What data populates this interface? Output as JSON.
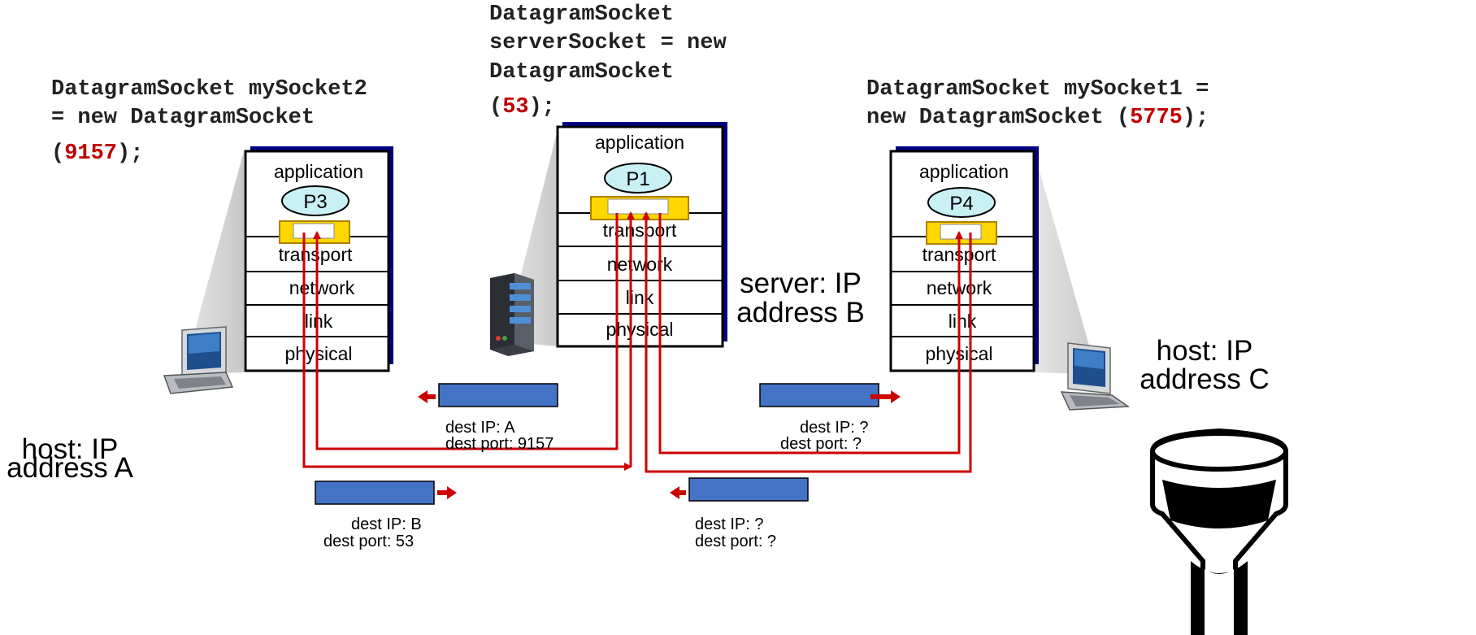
{
  "code": {
    "left": {
      "line1": "DatagramSocket mySocket2",
      "line2": " = new DatagramSocket",
      "line3_open": " (",
      "port": "9157",
      "line3_close": ");"
    },
    "center": {
      "line1": "DatagramSocket",
      "line2": " serverSocket = new",
      "line3": " DatagramSocket",
      "line4_open": " (",
      "port": "53",
      "line4_close": ");"
    },
    "right": {
      "line1": "DatagramSocket mySocket1 =",
      "line2_open": " new DatagramSocket (",
      "port": "5775",
      "line2_close": ");"
    }
  },
  "stacks": {
    "left": {
      "process": "P3",
      "layers": [
        "application",
        "transport",
        "network",
        "link",
        "physical"
      ]
    },
    "center": {
      "process": "P1",
      "layers": [
        "application",
        "transport",
        "network",
        "link",
        "physical"
      ]
    },
    "right": {
      "process": "P4",
      "layers": [
        "application",
        "transport",
        "network",
        "link",
        "physical"
      ]
    }
  },
  "hosts": {
    "a": {
      "line1": "host: IP",
      "line2": "address A"
    },
    "b": {
      "line1": "server: IP",
      "line2": "address B"
    },
    "c": {
      "line1": "host: IP",
      "line2": "address C"
    }
  },
  "segments": {
    "seg1": {
      "ip": "dest IP: A",
      "port": "dest port: 9157"
    },
    "seg2": {
      "ip": "dest IP: B",
      "port": "dest port: 53"
    },
    "seg3": {
      "ip": "dest IP: ?",
      "port": "dest port: ?"
    },
    "seg4": {
      "ip": "dest IP: ?",
      "port": "dest port: ?"
    }
  },
  "colors": {
    "arrow": "#cc0000",
    "segment": "#4472c4",
    "process": "#c9f0f5",
    "socket": "#ffd700",
    "shadow": "#000080"
  },
  "icons": [
    "laptop-icon",
    "server-icon",
    "funnel-icon"
  ]
}
